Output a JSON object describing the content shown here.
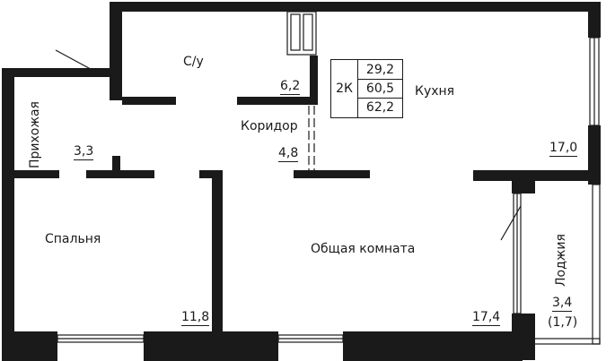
{
  "summary": {
    "rooms": "2К",
    "living_area": "29,2",
    "total_area": "60,5",
    "total_area_with_balcony": "62,2"
  },
  "rooms": {
    "bathroom": {
      "name": "С/у",
      "area": "6,2"
    },
    "corridor": {
      "name": "Коридор",
      "area": "4,8"
    },
    "hallway": {
      "name": "Прихожая",
      "area": "3,3"
    },
    "kitchen": {
      "name": "Кухня",
      "area": "17,0"
    },
    "bedroom": {
      "name": "Спальня",
      "area": "11,8"
    },
    "living_room": {
      "name": "Общая комната",
      "area": "17,4"
    },
    "loggia": {
      "name": "Лоджия",
      "area": "3,4",
      "area_reduced": "(1,7)"
    }
  },
  "colors": {
    "wall": "#1a1a1a",
    "background": "#ffffff",
    "line": "#1a1a1a"
  }
}
